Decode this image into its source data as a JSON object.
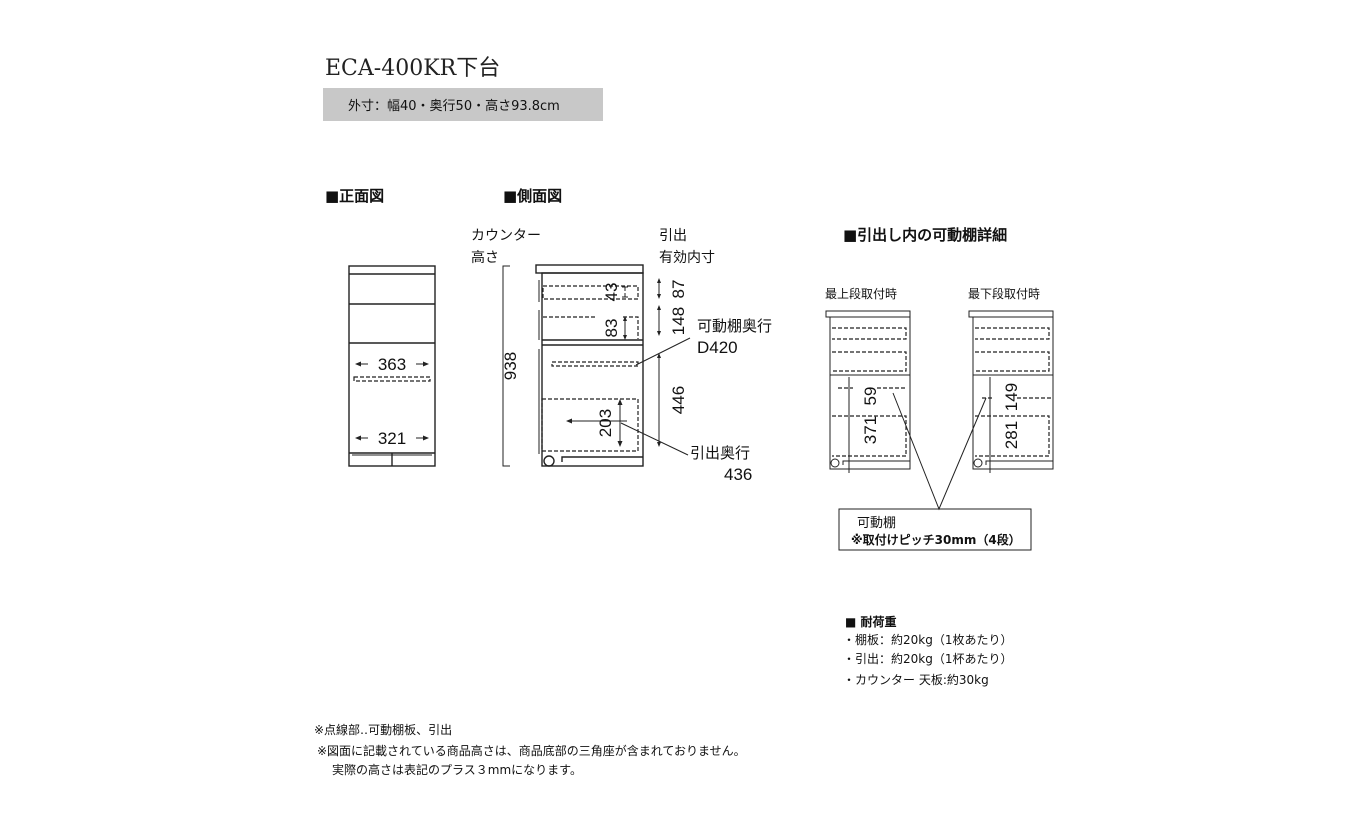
{
  "header": {
    "title": "ECA-400KR下台",
    "dimensions": "外寸：幅40・奥行50・高さ93.8cm"
  },
  "front_view": {
    "label": "■正面図",
    "width_inner_upper": "363",
    "width_inner_lower": "321"
  },
  "side_view": {
    "label": "■側面図",
    "counter_label_1": "カウンター",
    "counter_label_2": "高さ",
    "drawer_label_1": "引出",
    "drawer_label_2": "有効内寸",
    "height_total": "938",
    "dim_43": "43",
    "dim_83": "83",
    "dim_87": "87",
    "dim_148": "148",
    "dim_446": "446",
    "dim_203": "203",
    "shelf_depth_label": "可動棚奥行",
    "shelf_depth_value": "D420",
    "drawer_depth_label": "引出奥行",
    "drawer_depth_value": "436"
  },
  "detail": {
    "label": "■引出し内の可動棚詳細",
    "top_label": "最上段取付時",
    "bottom_label": "最下段取付時",
    "top_dim_59": "59",
    "top_dim_371": "371",
    "bottom_dim_149": "149",
    "bottom_dim_281": "281",
    "callout_title": "可動棚",
    "callout_note": "※取付けピッチ30mm（4段）"
  },
  "load": {
    "title": "■ 耐荷重",
    "items": [
      "・棚板：約20kg（1枚あたり）",
      "・引出：約20kg（1杯あたり）",
      "・カウンター 天板:約30kg"
    ]
  },
  "notes": [
    "※点線部‥可動棚板、引出",
    "※図面に記載されている商品高さは、商品底部の三角座が含まれておりません。",
    "実際の高さは表記のプラス３mmになります。"
  ],
  "colors": {
    "header_box": "#c8c8c8",
    "line": "#222222"
  }
}
